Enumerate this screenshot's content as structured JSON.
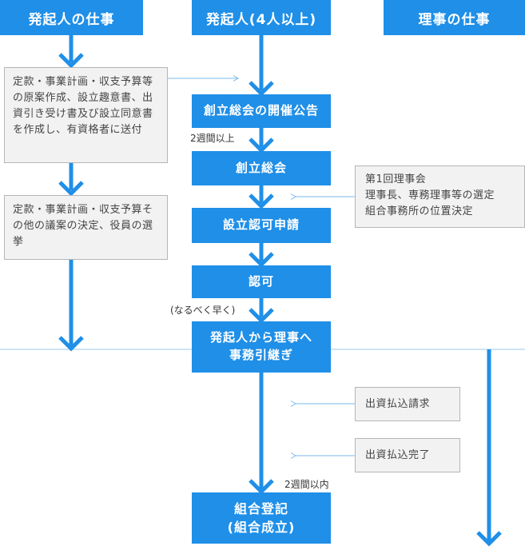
{
  "headers": {
    "promoter_work": "発起人の仕事",
    "promoters": "発起人(4人以上)",
    "director_work": "理事の仕事"
  },
  "left_notes": {
    "draft": "定款・事業計画・収支予算等の原案作成、設立趣意書、出資引き受け書及び設立同意書を作成し、有資格者に送付",
    "decide": "定款・事業計画・収支予算その他の議案の決定、役員の選挙"
  },
  "steps": {
    "announcement": "創立総会の開催公告",
    "general_meeting": "創立総会",
    "application": "設立認可申請",
    "approval": "認可",
    "handover_line1": "発起人から理事へ",
    "handover_line2": "事務引継ぎ",
    "registration_line1": "組合登記",
    "registration_line2": "(組合成立)"
  },
  "labels": {
    "two_weeks_or_more": "2週間以上",
    "asap": "(なるべく早く)",
    "within_two_weeks": "2週間以内"
  },
  "right_notes": {
    "first_board_line1": "第1回理事会",
    "first_board_line2": "理事長、専務理事等の選定",
    "first_board_line3": "組合事務所の位置決定",
    "payment_request": "出資払込請求",
    "payment_complete": "出資払込完了"
  },
  "colors": {
    "accent": "#1f8fe8",
    "note_bg": "#f2f2f2"
  }
}
